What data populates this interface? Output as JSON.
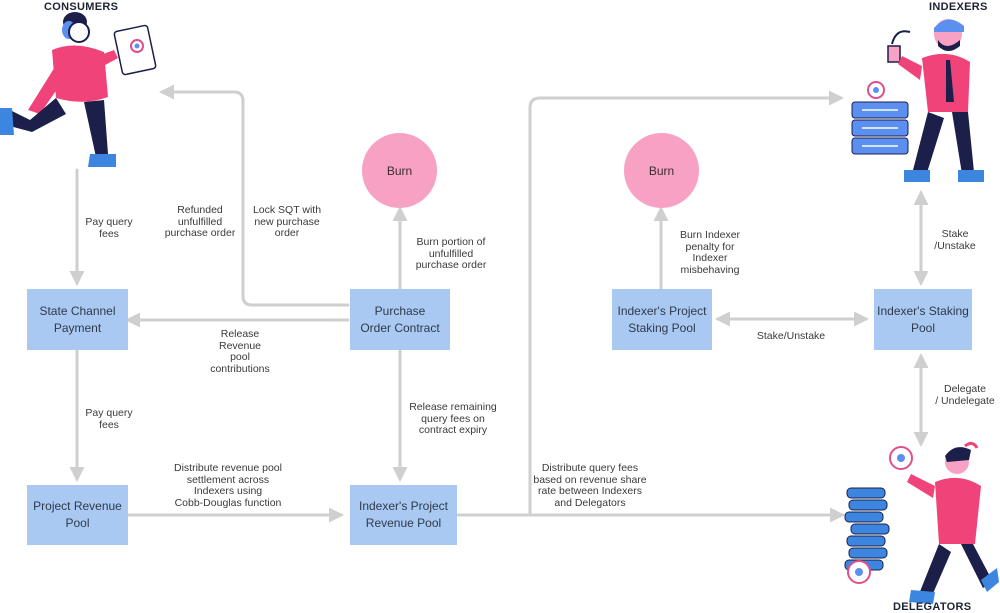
{
  "titles": {
    "consumers": "CONSUMERS",
    "indexers": "INDEXERS",
    "delegators": "DELEGATORS"
  },
  "boxes": {
    "state_channel": "State Channel\nPayment",
    "purchase_order": "Purchase\nOrder Contract",
    "project_revenue": "Project Revenue\nPool",
    "indexer_project_revenue": "Indexer's Project\nRevenue Pool",
    "indexer_project_staking": "Indexer's Project\nStaking Pool",
    "indexer_staking": "Indexer's  Staking\nPool"
  },
  "burns": {
    "left": "Burn",
    "right": "Burn"
  },
  "labels": {
    "pay_query_fees_1": "Pay query\nfees",
    "refunded": "Refunded\nunfulfilled\npurchase order",
    "lock_sqt": "Lock SQT with\nnew purchase\norder",
    "burn_portion": "Burn portion of\nunfulfilled\npurchase order",
    "release_revenue": "Release\nRevenue\npool\ncontributions",
    "pay_query_fees_2": "Pay query\nfees",
    "release_remaining": "Release remaining\nquery fees on\ncontract expiry",
    "distribute_revenue_pool": "Distribute revenue pool\nsettlement across\nIndexers using\nCobb-Douglas function",
    "distribute_query_fees": "Distribute query fees\nbased on revenue share\nrate between Indexers\nand Delegators",
    "burn_indexer_penalty": "Burn Indexer\npenalty for\nIndexer\nmisbehaving",
    "stake_unstake_mid": "Stake/Unstake",
    "stake_unstake_right": "Stake\n/Unstake",
    "delegate": "Delegate\n/ Undelegate"
  },
  "colors": {
    "box": "#a9c9f2",
    "burn": "#f7a1c4",
    "arrow": "#cfcfcf",
    "accent_pink": "#f0437a",
    "navy": "#1b1f4a",
    "blue": "#3d86e0"
  },
  "icons": [
    "consumer-illustration",
    "indexer-illustration",
    "server-rack-icon",
    "delegator-illustration",
    "coin-stack-icon",
    "subquery-coin-icon"
  ]
}
